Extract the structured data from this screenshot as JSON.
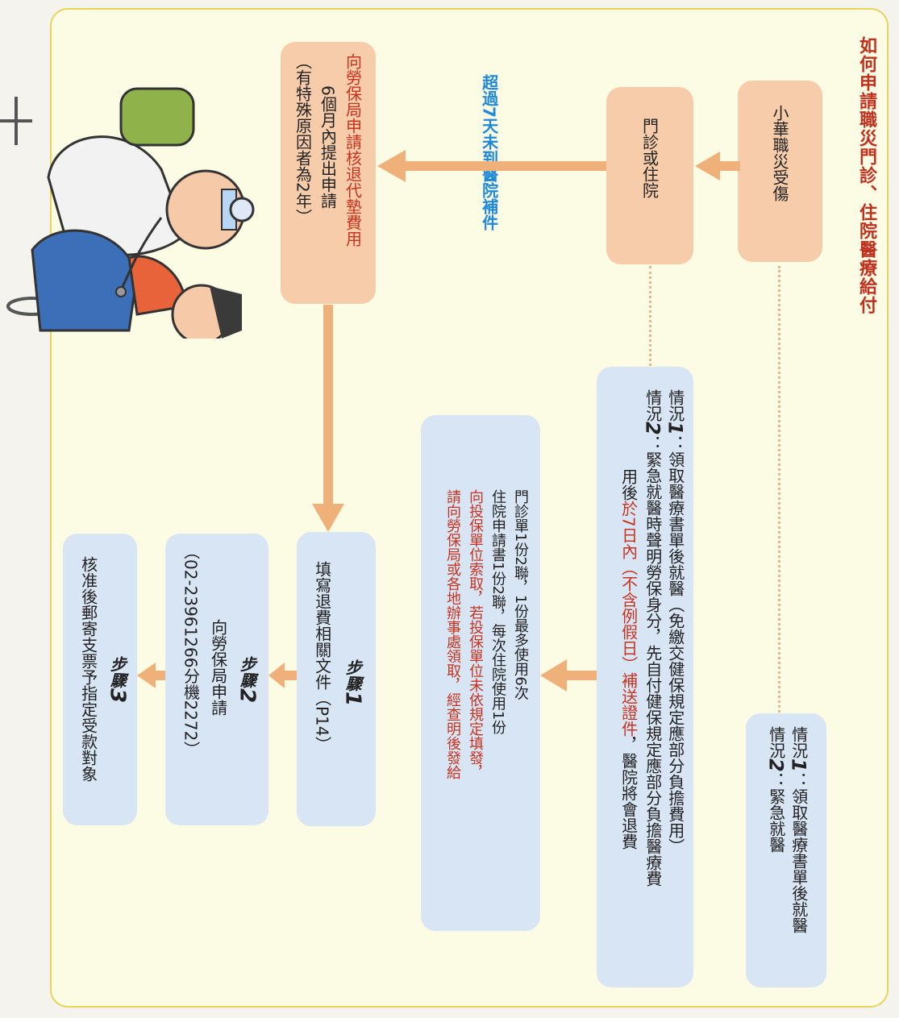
{
  "title": "如何申請職災門診、住院醫療給付",
  "flow": {
    "injury": "小華職災受傷",
    "clinic": "門診或住院",
    "overdue_note": "超過7天未到醫院補件",
    "apply_refund": {
      "line1": "向勞保局申請核退代墊費用",
      "line2": "6個月內提出申請",
      "line3": "（有特殊原因者為2年）"
    }
  },
  "situations_a": {
    "s1_label": "情況",
    "s1_num": "1",
    "s1_text": "：領取醫療書單後就醫",
    "s2_label": "情況",
    "s2_num": "2",
    "s2_text": "：緊急就醫"
  },
  "situations_b": {
    "s1_label": "情況",
    "s1_num": "1",
    "s1_text": "：領取醫療書單後就醫（免繳交健保規定應部分負擔費用）",
    "s2_label": "情況",
    "s2_num": "2",
    "s2_text": "：緊急就醫時聲明勞保身分，先自付健保規定應部分負擔醫療費",
    "s2_cont_a": "用後",
    "s2_cont_red": "於7日內（不含例假日）補送證件",
    "s2_cont_b": "，醫院將會退費"
  },
  "forms": {
    "line1": "門診單1份2聯，1份最多使用6次",
    "line2": "住院申請書1份2聯，每次住院使用1份",
    "line3": "向投保單位索取，若投保單位未依規定填發，",
    "line4": "請向勞保局或各地辦事處領取，經查明後發給"
  },
  "steps": [
    {
      "label": "步驟",
      "num": "1",
      "text": "填寫退費相關文件（P14）",
      "sub": ""
    },
    {
      "label": "步驟",
      "num": "2",
      "text": "向勞保局申請",
      "sub": "（02-23961266分機2272）"
    },
    {
      "label": "步驟",
      "num": "3",
      "text": "核准後郵寄支票予指定受款對象",
      "sub": ""
    }
  ],
  "colors": {
    "accent_red": "#c0301e",
    "link_blue": "#1e88d9",
    "peach_box": "#f7ccab",
    "blue_box": "#d8e5f5",
    "arrow": "#f0b079"
  },
  "illustration": "doctor-examining-patient"
}
